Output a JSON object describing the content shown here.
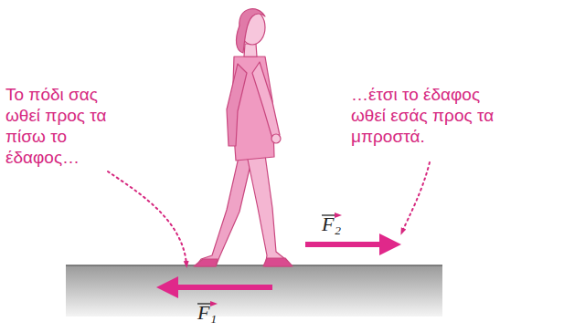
{
  "diagram": {
    "labels": [
      "Το πόδι σας ωθεί προς τα πίσω το έδαφος…",
      "…έτσι το έδαφος ωθεί εσάς προς τα μπροστά.",
      "F₂",
      "F₁"
    ]
  }
}
